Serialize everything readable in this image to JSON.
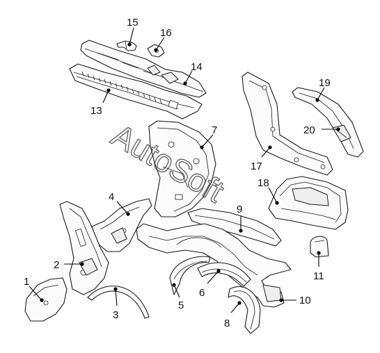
{
  "watermark": "AutoSoft",
  "callouts": [
    "1",
    "2",
    "3",
    "4",
    "5",
    "6",
    "7",
    "8",
    "9",
    "10",
    "11",
    "13",
    "14",
    "15",
    "16",
    "17",
    "18",
    "19",
    "20"
  ]
}
